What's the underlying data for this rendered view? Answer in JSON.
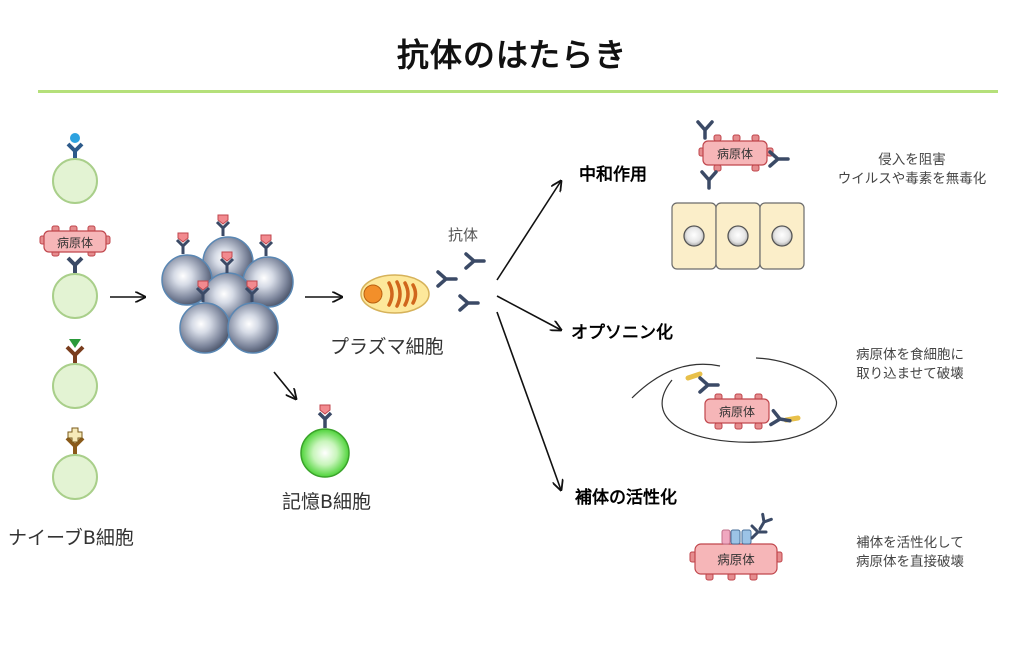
{
  "title": "抗体のはたらき",
  "labels": {
    "naive_b_cell": "ナイーブB細胞",
    "plasma_cell": "プラズマ細胞",
    "memory_b_cell": "記憶B細胞",
    "antibody": "抗体",
    "pathogen": "病原体"
  },
  "functions": {
    "neutralization": {
      "heading": "中和作用",
      "desc_line1": "侵入を阻害",
      "desc_line2": "ウイルスや毒素を無毒化"
    },
    "opsonization": {
      "heading": "オプソニン化",
      "desc_line1": "病原体を食細胞に",
      "desc_line2": "取り込ませて破壊"
    },
    "complement": {
      "heading": "補体の活性化",
      "desc_line1": "補体を活性化して",
      "desc_line2": "病原体を直接破壊"
    }
  },
  "colors": {
    "divider": "#b5e07a",
    "b_cell_fill": "#e3f3d3",
    "b_cell_stroke": "#a9cf8a",
    "antibody": "#3b4a66",
    "pathogen_fill": "#f6b6b8",
    "pathogen_stroke": "#c0464c",
    "memory_cell": "#5ed84a",
    "epithelial_fill": "#fbeec9",
    "mitochondria": "#f0a028"
  }
}
